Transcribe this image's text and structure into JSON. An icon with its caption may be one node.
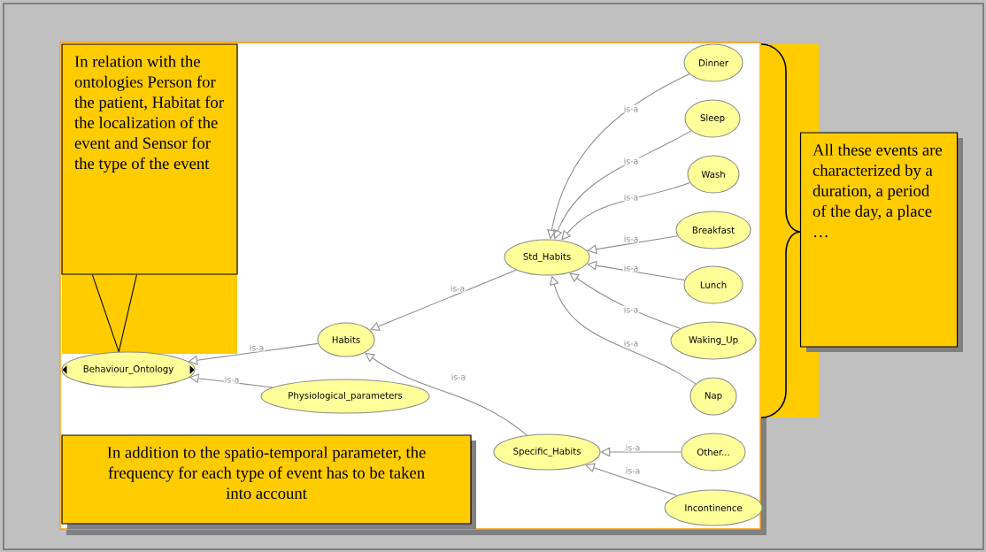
{
  "diagram": {
    "nodes": [
      {
        "text": [
          "In relation with the ontologies Person for the patient, Habitat for the localization of the event and Sensor for the type of the event"
        ]
      },
      {
        "text": [
          "All these events are characterized by a duration, a period of the day, a place …"
        ]
      },
      {
        "text": [
          "Behaviour_Ontology"
        ]
      },
      {
        "text": [
          "Habits"
        ]
      },
      {
        "text": [
          "Physiological_parameters"
        ]
      },
      {
        "text": [
          "Std_Habits"
        ]
      },
      {
        "text": [
          "Dinner"
        ]
      },
      {
        "text": [
          "Sleep"
        ]
      },
      {
        "text": [
          "Wash"
        ]
      },
      {
        "text": [
          "Breakfast"
        ]
      },
      {
        "text": [
          "Lunch"
        ]
      },
      {
        "text": [
          "Waking_Up"
        ]
      },
      {
        "text": [
          "Nap"
        ]
      },
      {
        "text": [
          "Specific_Habits"
        ]
      },
      {
        "text": [
          "Other..."
        ]
      },
      {
        "text": [
          "Incontinence"
        ]
      },
      {
        "text": [
          "In addition to the spatio-temporal parameter, the frequency for each type of event has to be taken into account"
        ]
      }
    ],
    "edges": [
      {
        "from": 0,
        "to": 2,
        "arrow": "none",
        "color": "#000000"
      },
      {
        "from": 3,
        "to": 2,
        "arrow": "to",
        "label": "is-a"
      },
      {
        "from": 4,
        "to": 2,
        "arrow": "to",
        "label": "is-a"
      },
      {
        "from": 5,
        "to": 3,
        "arrow": "to",
        "label": "is-a"
      },
      {
        "from": 13,
        "to": 3,
        "arrow": "to",
        "label": "is-a"
      },
      {
        "from": 6,
        "to": 5,
        "arrow": "to",
        "label": "is-a"
      },
      {
        "from": 7,
        "to": 5,
        "arrow": "to",
        "label": "is-a"
      },
      {
        "from": 8,
        "to": 5,
        "arrow": "to",
        "label": "is-a"
      },
      {
        "from": 9,
        "to": 5,
        "arrow": "to",
        "label": "is-a"
      },
      {
        "from": 10,
        "to": 5,
        "arrow": "to",
        "label": "is-a"
      },
      {
        "from": 11,
        "to": 5,
        "arrow": "to",
        "label": "is-a"
      },
      {
        "from": 12,
        "to": 5,
        "arrow": "to",
        "label": "is-a"
      },
      {
        "from": 14,
        "to": 13,
        "arrow": "to",
        "label": "is-a"
      },
      {
        "from": 15,
        "to": 13,
        "arrow": "to",
        "label": "is-a"
      }
    ]
  }
}
